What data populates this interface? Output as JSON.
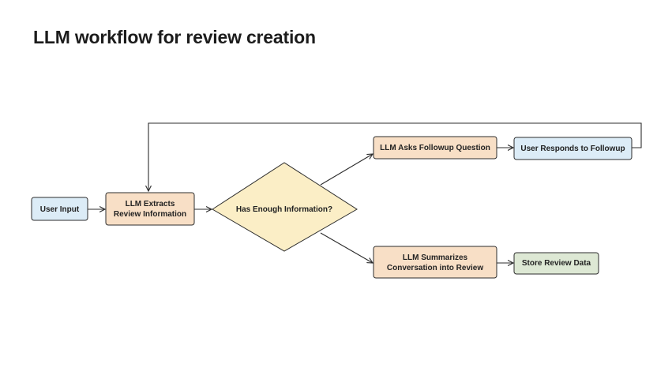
{
  "title": "LLM workflow for review creation",
  "colors": {
    "input_fill": "#dcecf7",
    "llm_fill": "#f8dfc6",
    "decision_fill": "#fbeec6",
    "store_fill": "#dde8d4",
    "stroke": "#2d2d2d"
  },
  "nodes": {
    "user_input": "User Input",
    "llm_extracts": [
      "LLM Extracts",
      "Review Information"
    ],
    "has_enough": "Has Enough Information?",
    "llm_asks": "LLM Asks Followup Question",
    "user_responds": "User Responds to Followup",
    "llm_summarizes": [
      "LLM Summarizes",
      "Conversation into Review"
    ],
    "store": "Store Review Data"
  }
}
